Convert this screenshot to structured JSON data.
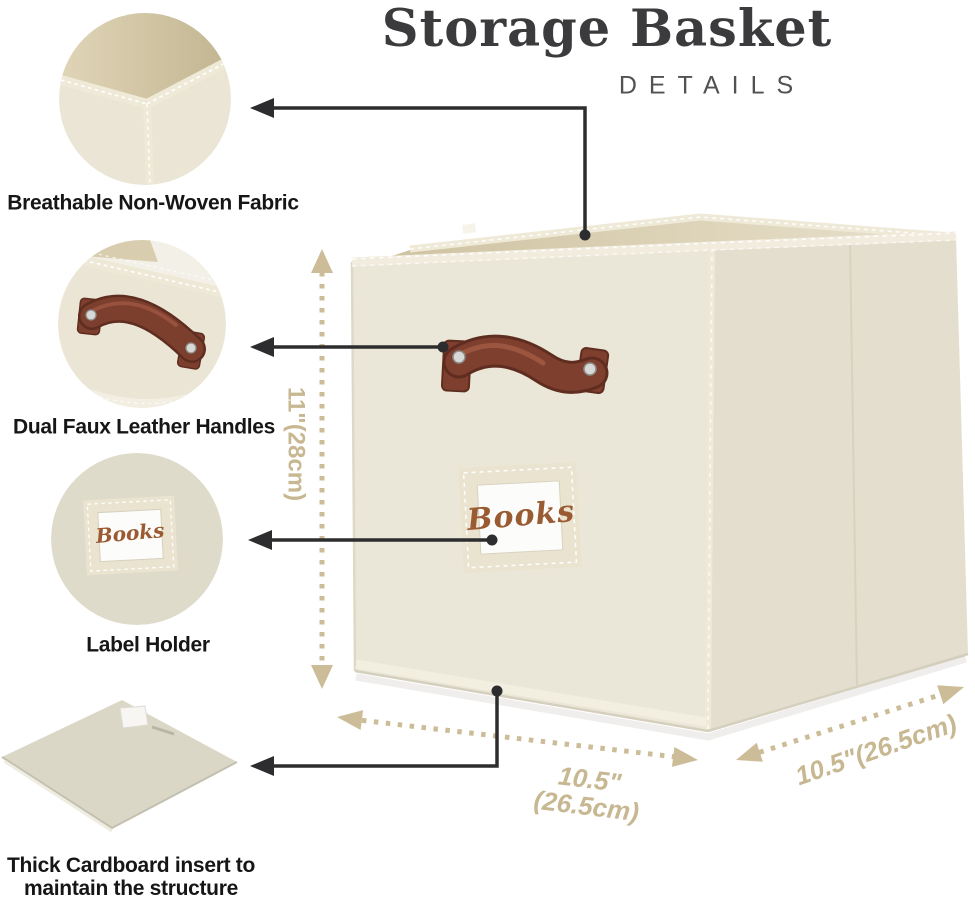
{
  "title": {
    "main": "Storage Basket",
    "subtitle": "DETAILS"
  },
  "callouts": [
    {
      "label": "Breathable Non-Woven Fabric"
    },
    {
      "label": "Dual Faux Leather Handles"
    },
    {
      "label": "Label Holder"
    },
    {
      "label_line1": "Thick Cardboard insert to",
      "label_line2": "maintain the structure"
    }
  ],
  "dimensions": {
    "height": "11\"(28cm)",
    "front_width_line1": "10.5\"",
    "front_width_line2": "(26.5cm)",
    "side_depth": "10.5\"(26.5cm)"
  },
  "basket": {
    "label_text": "Books"
  },
  "colors": {
    "accent_tan": "#ccbd98",
    "connector_black": "#2d2d2f",
    "handle_brown": "#7e3f2e",
    "fabric_cream": "#ebe7d8",
    "label_script_brown": "#9b5b32",
    "title_gray": "#3b3b3d"
  }
}
